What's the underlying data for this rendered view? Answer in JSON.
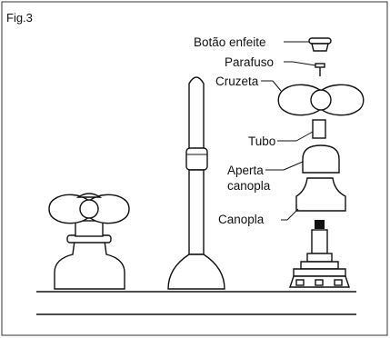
{
  "figure": {
    "label": "Fig.3"
  },
  "labels": {
    "botao": "Botão enfeite",
    "parafuso": "Parafuso",
    "cruzeta": "Cruzeta",
    "tubo": "Tubo",
    "aperta_line1": "Aperta",
    "aperta_line2": "canopla",
    "canopla": "Canopla"
  }
}
